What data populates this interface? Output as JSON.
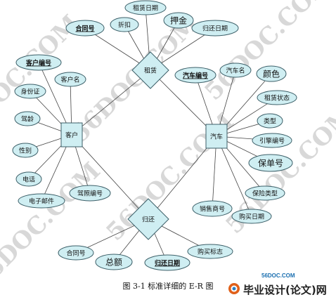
{
  "watermarks": [
    "56DOC.COM",
    "56DOC.COM",
    "56DOC.COM",
    "56DOC.COM",
    "56DOC.COM",
    "56DOC.COM"
  ],
  "entities": [
    {
      "id": "customer",
      "label": "客户"
    },
    {
      "id": "car",
      "label": "汽车"
    }
  ],
  "relationships": [
    {
      "id": "rent",
      "label": "租赁"
    },
    {
      "id": "return",
      "label": "归还"
    }
  ],
  "attributes": [
    {
      "id": "rent_contract_no",
      "label": "合同号",
      "key": true
    },
    {
      "id": "rent_discount",
      "label": "折扣"
    },
    {
      "id": "rent_date",
      "label": "租赁日期"
    },
    {
      "id": "rent_deposit",
      "label": "押金",
      "big": true
    },
    {
      "id": "rent_return_date",
      "label": "归还日期"
    },
    {
      "id": "cust_no",
      "label": "客户编号",
      "key": true
    },
    {
      "id": "cust_name",
      "label": "客户名"
    },
    {
      "id": "cust_id_card",
      "label": "身份证"
    },
    {
      "id": "cust_driving_years",
      "label": "驾龄"
    },
    {
      "id": "cust_gender",
      "label": "性别"
    },
    {
      "id": "cust_phone",
      "label": "电话"
    },
    {
      "id": "cust_email",
      "label": "电子邮件"
    },
    {
      "id": "cust_license_no",
      "label": "驾照编号"
    },
    {
      "id": "car_no",
      "label": "汽车编号",
      "key": true
    },
    {
      "id": "car_name",
      "label": "汽车名"
    },
    {
      "id": "car_color",
      "label": "颜色",
      "big": true
    },
    {
      "id": "car_rent_status",
      "label": "租赁状态"
    },
    {
      "id": "car_type",
      "label": "类型"
    },
    {
      "id": "car_engine_no",
      "label": "引擎编号"
    },
    {
      "id": "car_policy_no",
      "label": "保单号",
      "big": true
    },
    {
      "id": "car_insurance_type",
      "label": "保险类型"
    },
    {
      "id": "car_purchase_date",
      "label": "购买日期"
    },
    {
      "id": "car_sales_vendor",
      "label": "销售商号"
    },
    {
      "id": "ret_purchase_flag",
      "label": "购买标志"
    },
    {
      "id": "ret_return_date",
      "label": "归还日期",
      "key": true
    },
    {
      "id": "ret_total",
      "label": "总额",
      "big": true
    },
    {
      "id": "ret_contract_no",
      "label": "合同号"
    }
  ],
  "caption": "图 3-1    标准详细的 E-R 图",
  "brand": {
    "site": "56DOC.COM",
    "name": "毕业设计(论文)网"
  },
  "colors": {
    "fill": "#cfeef2",
    "stroke": "#3c5f68",
    "line": "#444444",
    "watermark": "#d8d8d8"
  }
}
